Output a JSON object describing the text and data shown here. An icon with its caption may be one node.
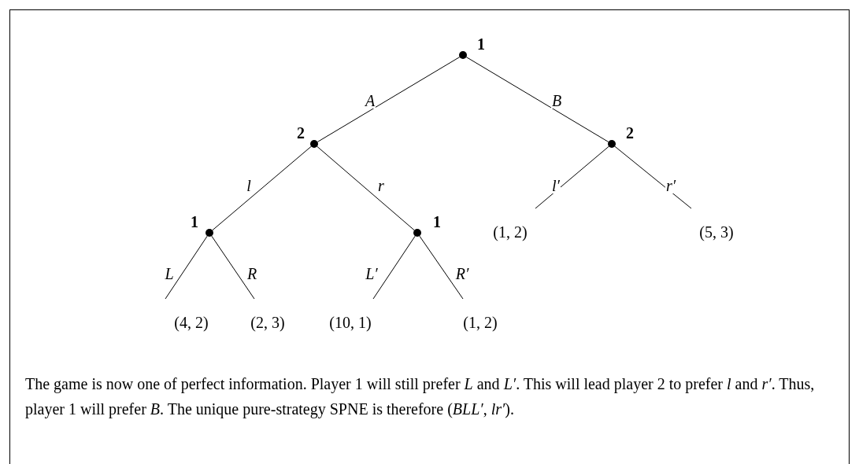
{
  "diagram": {
    "nodes": [
      {
        "text": [],
        "shape": "circle",
        "beside": [
          "1"
        ]
      },
      {
        "text": [],
        "shape": "circle",
        "beside": [
          "2"
        ]
      },
      {
        "text": [],
        "shape": "circle",
        "beside": [
          "2"
        ]
      },
      {
        "text": [],
        "shape": "circle",
        "beside": [
          "1"
        ]
      },
      {
        "text": [],
        "shape": "circle",
        "beside": [
          "1"
        ]
      },
      {
        "text": [
          "(1, 2)"
        ]
      },
      {
        "text": [
          "(5, 3)"
        ]
      },
      {
        "text": [
          "(4, 2)"
        ]
      },
      {
        "text": [
          "(2, 3)"
        ]
      },
      {
        "text": [
          "(10, 1)"
        ]
      },
      {
        "text": [
          "(1, 2)"
        ]
      }
    ],
    "edges": [
      {
        "from": 0,
        "to": 1,
        "arrow": "none",
        "label": "A"
      },
      {
        "from": 0,
        "to": 2,
        "arrow": "none",
        "label": "B"
      },
      {
        "from": 1,
        "to": 3,
        "arrow": "none",
        "label": "l"
      },
      {
        "from": 1,
        "to": 4,
        "arrow": "none",
        "label": "r"
      },
      {
        "from": 2,
        "to": 5,
        "arrow": "none",
        "label": "l′"
      },
      {
        "from": 2,
        "to": 6,
        "arrow": "none",
        "label": "r′"
      },
      {
        "from": 3,
        "to": 7,
        "arrow": "none",
        "label": "L"
      },
      {
        "from": 3,
        "to": 8,
        "arrow": "none",
        "label": "R"
      },
      {
        "from": 4,
        "to": 9,
        "arrow": "none",
        "label": "L′"
      },
      {
        "from": 4,
        "to": 10,
        "arrow": "none",
        "label": "R′"
      }
    ],
    "caption": "The game is now one of perfect information. Player 1 will still prefer *L* and *L′*. This will lead player 2 to prefer *l* and *r′*. Thus, player 1 will prefer *B*. The unique pure-strategy SPNE is therefore (*BLL′*, *lr′*)."
  }
}
